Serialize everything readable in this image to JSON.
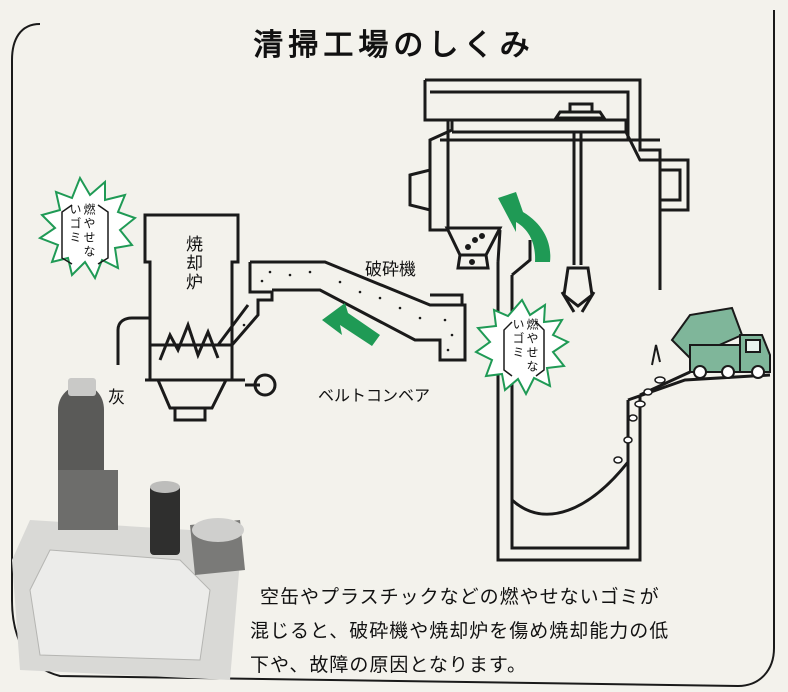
{
  "title": "清掃工場のしくみ",
  "labels": {
    "furnace": "焼却炉",
    "crusher": "破砕機",
    "conveyor": "ベルトコンベア",
    "ash": "灰"
  },
  "badges": [
    {
      "text": "燃やせないゴミ"
    },
    {
      "text": "燃やせないゴミ"
    }
  ],
  "caption": {
    "line1": "空缶やプラスチックなどの燃やせないゴミが",
    "line2": "混じると、破砕機や焼却炉を傷め焼却能力の低",
    "line3": "下や、故障の原因となります。"
  },
  "colors": {
    "arrow": "#1f9a55",
    "truck": "#7fb69a",
    "ink": "#1a1a1a",
    "background": "#f3f2ec"
  }
}
